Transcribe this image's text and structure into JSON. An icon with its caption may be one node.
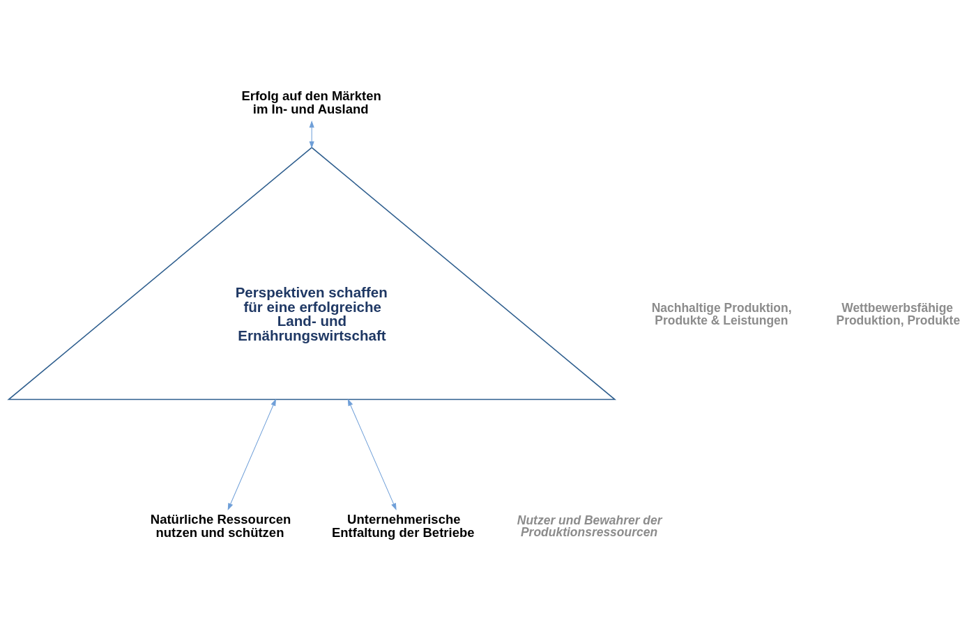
{
  "diagram": {
    "nodes": [
      {
        "text": [
          "Perspektiven schaffen für eine erfolgreiche Land- und Ernährungswirtschaft"
        ]
      },
      {
        "text": [
          "Erfolg auf den Märkten im In- und Ausland"
        ]
      },
      {
        "text": [
          "Natürliche Ressourcen nutzen und schützen"
        ]
      },
      {
        "text": [
          "Unternehmerische Entfaltung der Betriebe"
        ]
      }
    ],
    "edges": [
      {
        "from": 0,
        "to": 1,
        "arrow": "both"
      },
      {
        "from": 0,
        "to": 2,
        "arrow": "both"
      },
      {
        "from": 0,
        "to": 3,
        "arrow": "both"
      }
    ],
    "labels": [
      "Nachhaltige Produktion, Produkte & Leistungen",
      "Wettbewerbsfähige Produktion, Produkte",
      "Nutzer und Bewahrer der Produktionsressourcen"
    ]
  }
}
